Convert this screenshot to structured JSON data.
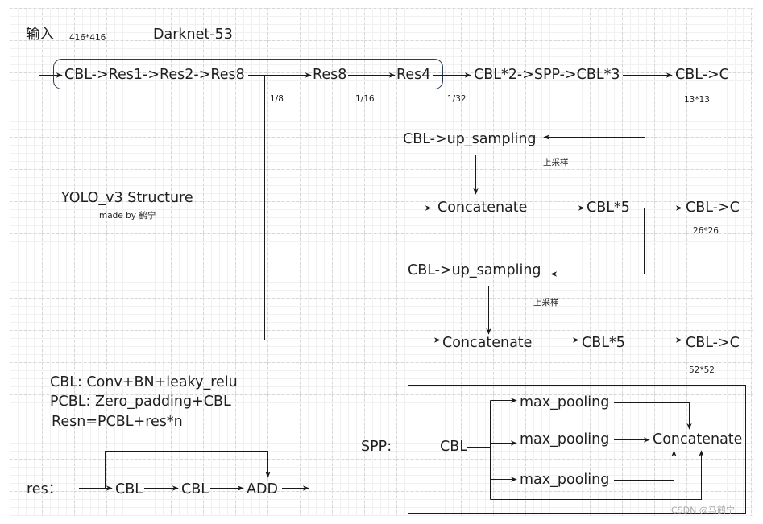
{
  "input": {
    "label": "输入",
    "size": "416*416"
  },
  "backbone": {
    "title": "Darknet-53",
    "stem": "CBL->Res1->Res2->Res8",
    "res8": "Res8",
    "res4": "Res4",
    "scales": {
      "s8": "1/8",
      "s16": "1/16",
      "s32": "1/32"
    }
  },
  "scale_13": {
    "neck": "CBL*2->SPP->CBL*3",
    "output": "CBL->C",
    "size": "13*13"
  },
  "upsample_to_26": {
    "block": "CBL->up_sampling",
    "note": "上采样"
  },
  "scale_26": {
    "concat": "Concatenate",
    "conv": "CBL*5",
    "output": "CBL->C",
    "size": "26*26"
  },
  "upsample_to_52": {
    "block": "CBL->up_sampling",
    "note": "上采样"
  },
  "scale_52": {
    "concat": "Concatenate",
    "conv": "CBL*5",
    "output": "CBL->C",
    "size": "52*52"
  },
  "caption": {
    "title": "YOLO_v3 Structure",
    "author": "made by 鹤宁"
  },
  "definitions": [
    "CBL: Conv+BN+leaky_relu",
    "PCBL: Zero_padding+CBL",
    "Resn=PCBL+res*n"
  ],
  "res_unit": {
    "label": "res：",
    "steps": [
      "CBL",
      "CBL",
      "ADD"
    ]
  },
  "spp": {
    "label": "SPP:",
    "input": "CBL",
    "branches": [
      "max_pooling",
      "max_pooling",
      "max_pooling"
    ],
    "output": "Concatenate"
  },
  "watermark": "CSDN @马鹤宁",
  "colors": {
    "text": "#1f1f1f",
    "line": "#1a1a1a",
    "box": "#2b3a55",
    "grid": "#d6d6d6",
    "watermark": "#a9a9a9"
  }
}
